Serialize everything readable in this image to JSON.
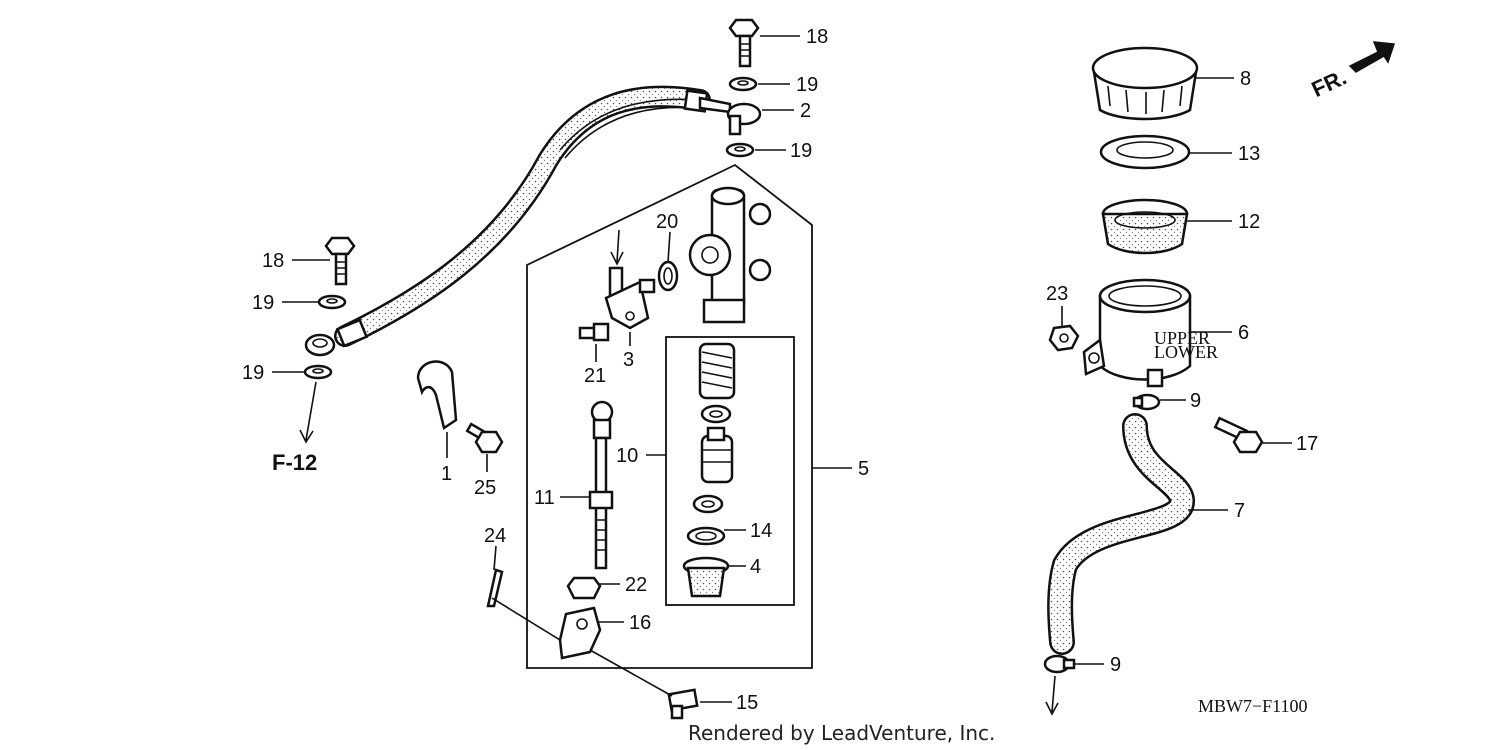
{
  "diagram": {
    "code": "MBW7−F1100",
    "credit": "Rendered by LeadVenture, Inc.",
    "front_marker": "FR.",
    "reference": "F-12",
    "callouts": {
      "c1": "1",
      "c2": "2",
      "c3": "3",
      "c4": "4",
      "c5": "5",
      "c6": "6",
      "c7": "7",
      "c8": "8",
      "c9a": "9",
      "c9b": "9",
      "c10": "10",
      "c11": "11",
      "c12": "12",
      "c13": "13",
      "c14": "14",
      "c15": "15",
      "c16": "16",
      "c17": "17",
      "c18a": "18",
      "c18b": "18",
      "c19a": "19",
      "c19b": "19",
      "c19c": "19",
      "c19d": "19",
      "c20": "20",
      "c21": "21",
      "c22": "22",
      "c23": "23",
      "c24": "24",
      "c25": "25"
    },
    "reservoir_labels": {
      "upper": "UPPER",
      "lower": "LOWER"
    },
    "icons": [
      "front-arrow-icon",
      "flow-arrow-icon"
    ]
  }
}
